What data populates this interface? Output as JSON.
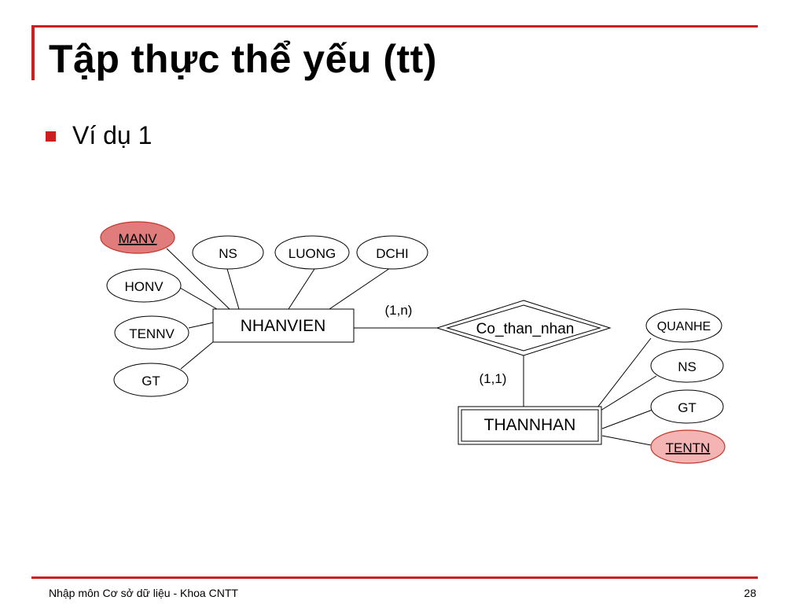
{
  "slide": {
    "title": "Tập thực thể yếu (tt)",
    "bullet": "Ví dụ 1",
    "footer": "Nhập môn Cơ sở dữ liệu - Khoa CNTT",
    "page_number": "28"
  },
  "diagram": {
    "entities": {
      "nhanvien": "NHANVIEN",
      "thannhan": "THANNHAN"
    },
    "relationship": "Co_than_nhan",
    "cardinalities": {
      "nhanvien": "(1,n)",
      "thannhan": "(1,1)"
    },
    "nhanvien_attributes": {
      "manv": "MANV",
      "ns": "NS",
      "luong": "LUONG",
      "dchi": "DCHI",
      "honv": "HONV",
      "tennv": "TENNV",
      "gt": "GT"
    },
    "thannhan_attributes": {
      "quanhe": "QUANHE",
      "ns": "NS",
      "gt": "GT",
      "tentn": "TENTN"
    },
    "colors": {
      "key_manv_fill": "#e07c7c",
      "key_tentn_fill": "#f4b4b4",
      "key_stroke": "#c0392b",
      "accent_red": "#cc1f1f"
    }
  }
}
